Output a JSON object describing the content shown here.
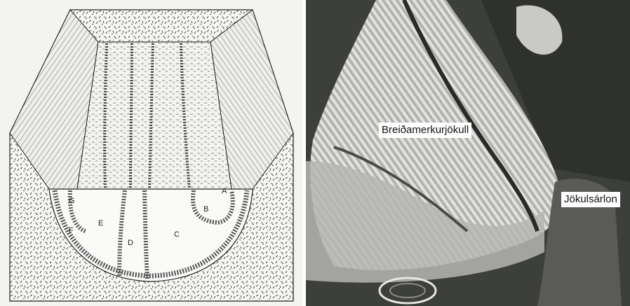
{
  "left_diagram": {
    "moraine_letters": [
      "A",
      "B",
      "C",
      "D",
      "E",
      "F",
      "G"
    ]
  },
  "satellite_photo": {
    "labels": {
      "glacier": "Breiðamerkurjökull",
      "lagoon": "Jökulsárlon"
    }
  }
}
